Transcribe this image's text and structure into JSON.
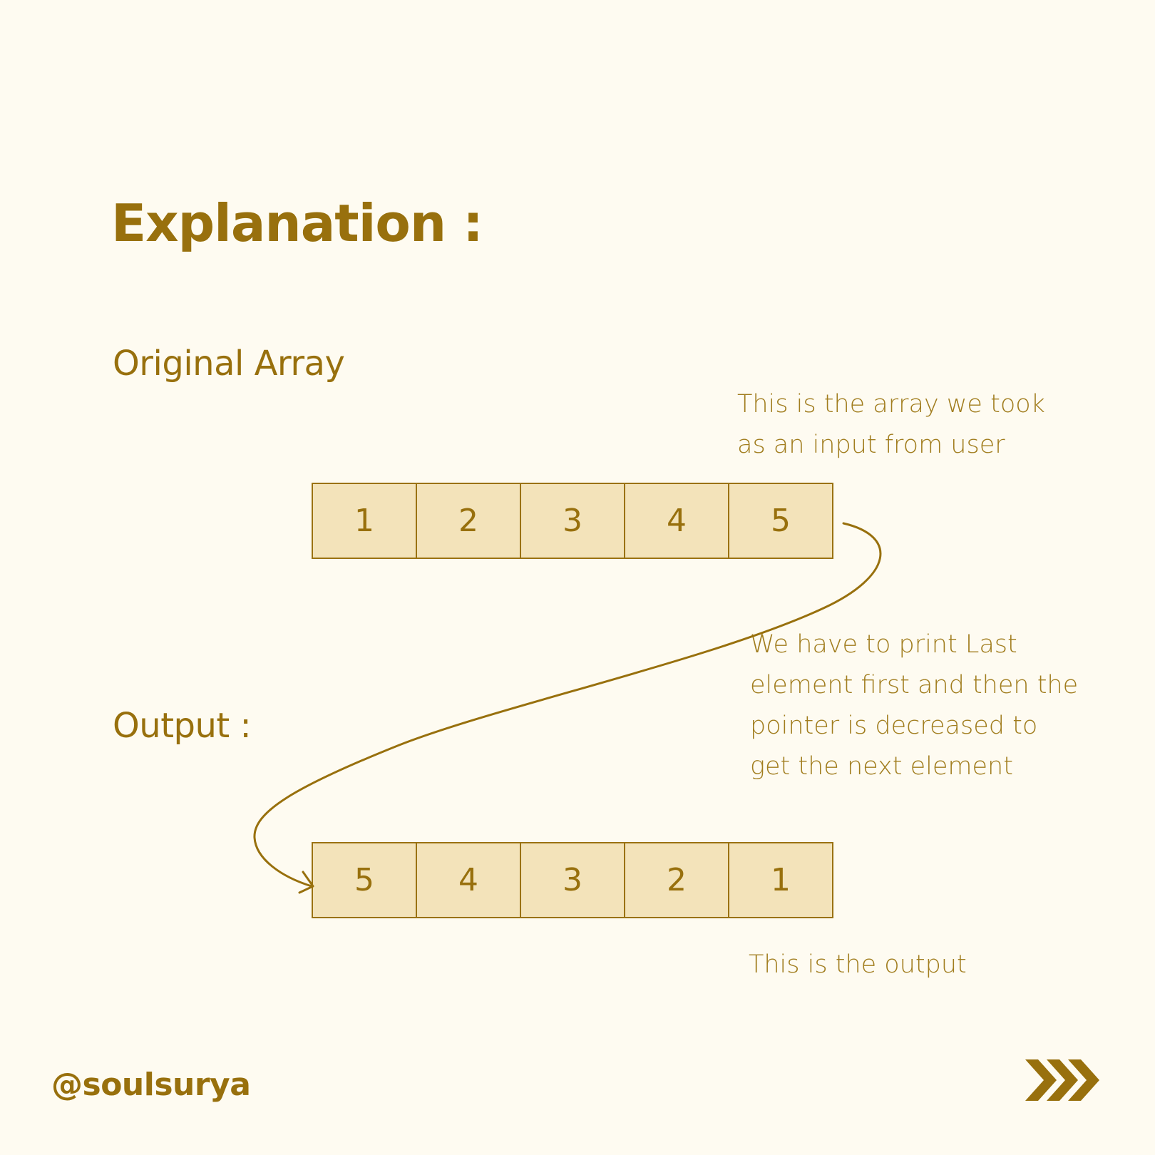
{
  "title": "Explanation :",
  "original_label": "Original Array",
  "output_label": "Output :",
  "notes": {
    "input_note": [
      "This is the array we took",
      "as an input from user"
    ],
    "explain_note": [
      "We have to print Last",
      "element first and then the",
      "pointer is decreased to",
      "get the next element"
    ],
    "output_note": "This is the output"
  },
  "original_array": [
    "1",
    "2",
    "3",
    "4",
    "5"
  ],
  "output_array": [
    "5",
    "4",
    "3",
    "2",
    "1"
  ],
  "footer": {
    "handle": "@soulsurya",
    "next_icon": "chevron-triple-right-icon"
  },
  "colors": {
    "background": "#fefbf1",
    "accent": "#98700d",
    "cell_fill": "#f3e3ba"
  }
}
